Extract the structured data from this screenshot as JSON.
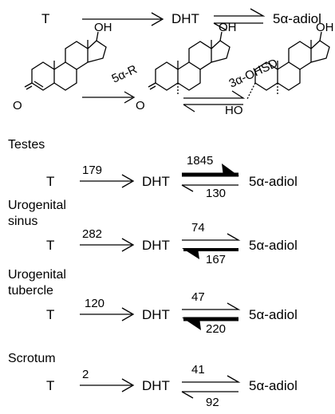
{
  "overview": {
    "substrate": "T",
    "product": "DHT",
    "metabolite": "5α-adiol"
  },
  "structures": {
    "enzyme1": "5α-R",
    "enzyme2": "3α-OHSD",
    "oh": "OH",
    "ho": "HO",
    "oxo": "O"
  },
  "tissues": [
    {
      "name_lines": [
        "Testes"
      ],
      "t_to_dht": "179",
      "dht_to_adiol": "1845",
      "adiol_to_dht": "130",
      "dominant": "forward"
    },
    {
      "name_lines": [
        "Urogenital",
        "sinus"
      ],
      "t_to_dht": "282",
      "dht_to_adiol": "74",
      "adiol_to_dht": "167",
      "dominant": "reverse"
    },
    {
      "name_lines": [
        "Urogenital",
        "tubercle"
      ],
      "t_to_dht": "120",
      "dht_to_adiol": "47",
      "adiol_to_dht": "220",
      "dominant": "reverse"
    },
    {
      "name_lines": [
        "Scrotum"
      ],
      "t_to_dht": "2",
      "dht_to_adiol": "41",
      "adiol_to_dht": "92",
      "dominant": "none"
    }
  ]
}
